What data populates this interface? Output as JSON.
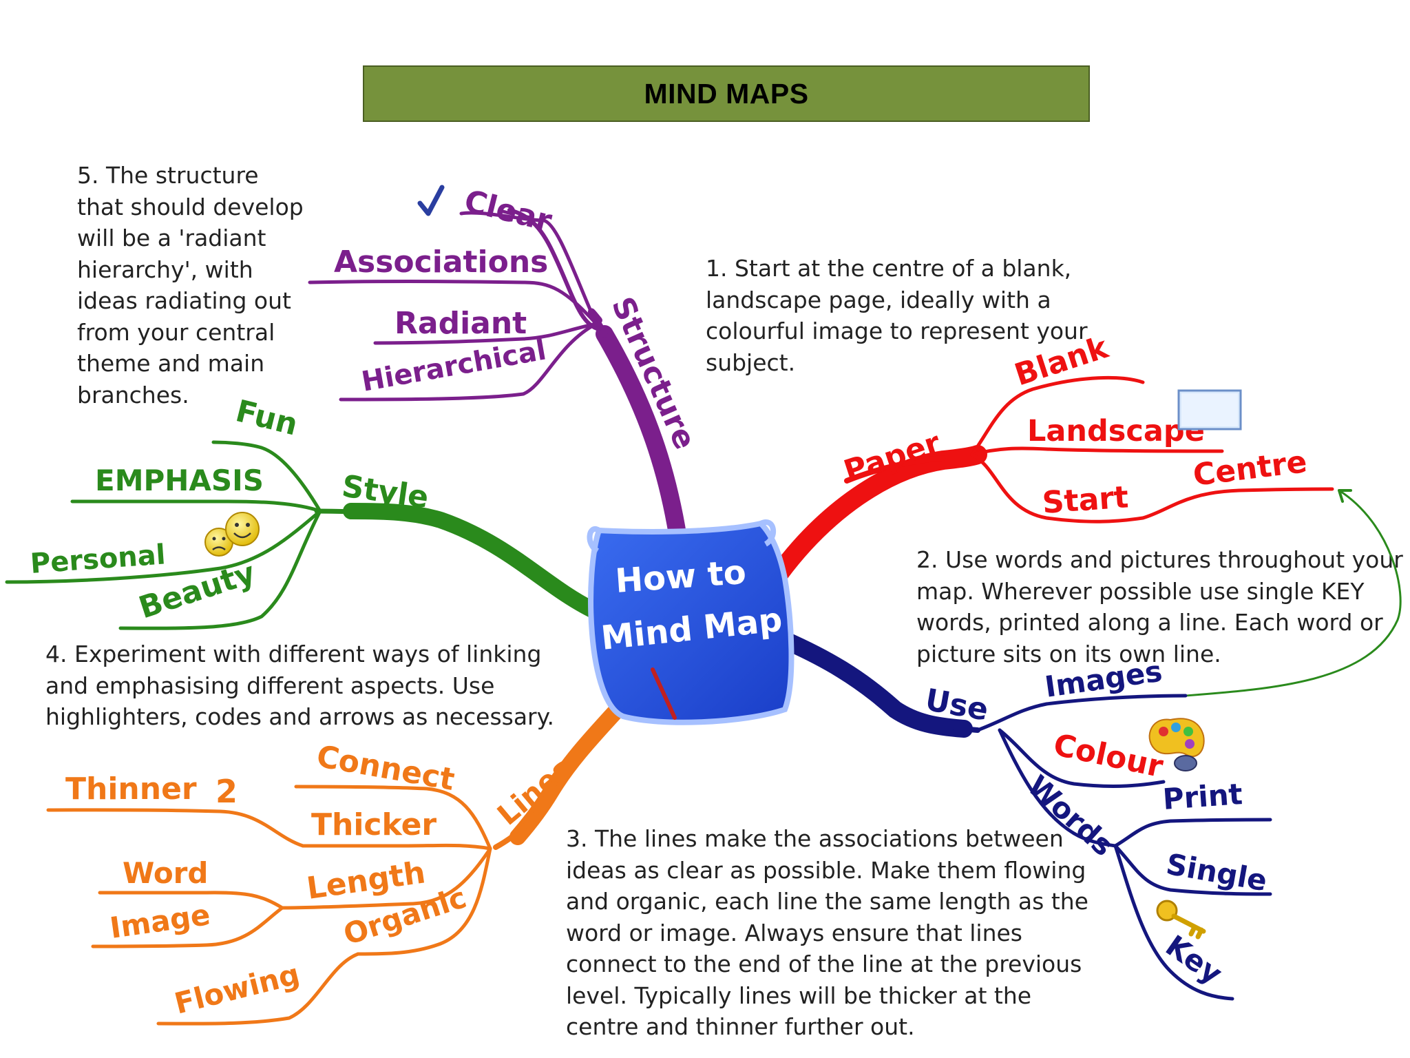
{
  "title": "MIND MAPS",
  "notes": {
    "n1": [
      "1. Start at the centre of a blank,",
      "landscape page, ideally with a",
      "colourful image to represent your",
      "subject."
    ],
    "n2": [
      "2. Use words and pictures throughout your",
      "map. Wherever possible use single KEY",
      "words, printed along a line. Each word or",
      "picture sits on its own line."
    ],
    "n3": [
      "3. The lines make the associations between",
      "ideas as clear as possible. Make them flowing",
      "and organic, each line the same length as the",
      "word or image. Always ensure that lines",
      "connect to the end of the line at the previous",
      "level. Typically lines will be thicker at the",
      "centre and thinner further out."
    ],
    "n4": [
      "4. Experiment with different ways of linking",
      "and emphasising different aspects. Use",
      "highlighters, codes and arrows as necessary."
    ],
    "n5": [
      "5. The structure",
      "that should develop",
      "will be a 'radiant",
      "hierarchy', with",
      "ideas radiating out",
      "from your central",
      "theme and main",
      "branches."
    ]
  },
  "center": {
    "line1": "How to",
    "line2": "Mind Map"
  },
  "branches": {
    "structure": {
      "label": "Structure",
      "color": "#7b1f8c",
      "sub": [
        "Clear",
        "Associations",
        "Radiant",
        "Hierarchical"
      ]
    },
    "paper": {
      "label": "Paper",
      "color": "#ee1111",
      "sub": [
        "Blank",
        "Landscape",
        "Start",
        "Centre"
      ]
    },
    "use": {
      "label": "Use",
      "color": "#14167e",
      "sub": [
        "Images",
        "Colour",
        "Words",
        "Print",
        "Single",
        "Key"
      ]
    },
    "lines": {
      "label": "Lines",
      "color": "#f07818",
      "sub": [
        "Connect",
        "Thicker",
        "Thinner",
        "2",
        "Length",
        "Word",
        "Image",
        "Organic",
        "Flowing"
      ]
    },
    "style": {
      "label": "Style",
      "color": "#2a8a1c",
      "sub": [
        "Fun",
        "EMPHASIS",
        "Personal",
        "Beauty"
      ]
    }
  },
  "icons": [
    "checkmark-icon",
    "page-icon",
    "palette-icon",
    "key-icon",
    "smiley-faces-icon",
    "pencil-icon"
  ]
}
